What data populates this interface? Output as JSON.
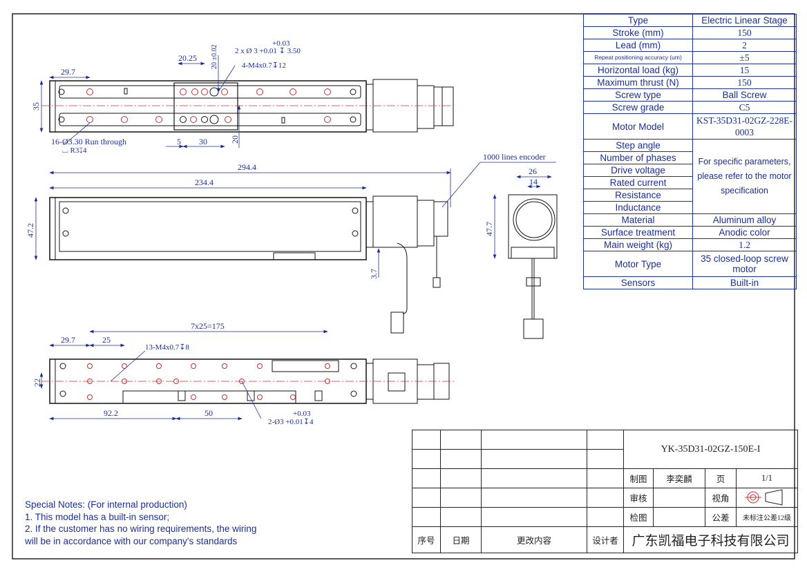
{
  "spec_table": {
    "rows": [
      {
        "k": "Type",
        "v": "Electric Linear Stage"
      },
      {
        "k": "Stroke (mm)",
        "v": "150"
      },
      {
        "k": "Lead (mm)",
        "v": "2"
      },
      {
        "k": "Repeat positioning accuracy (um)",
        "v": "±5"
      },
      {
        "k": "Horizontal load (kg)",
        "v": "15"
      },
      {
        "k": "Maximum thrust (N)",
        "v": "150"
      },
      {
        "k": "Screw type",
        "v": "Ball Screw"
      },
      {
        "k": "Screw grade",
        "v": "C5"
      },
      {
        "k": "Motor Model",
        "v": "KST-35D31-02GZ-228E-0003"
      }
    ],
    "group_keys": [
      "Step angle",
      "Number of phases",
      "Drive voltage",
      "Rated current",
      "Resistance",
      "Inductance"
    ],
    "group_value": "For specific parameters, please refer to the motor specification",
    "rows2": [
      {
        "k": "Material",
        "v": "Aluminum alloy"
      },
      {
        "k": "Surface treatment",
        "v": "Anodic color"
      },
      {
        "k": "Main weight (kg)",
        "v": "1.2"
      },
      {
        "k": "Motor Type",
        "v": "35 closed-loop screw motor"
      },
      {
        "k": "Sensors",
        "v": "Built-in"
      }
    ]
  },
  "title_block": {
    "model": "YK-35D31-02GZ-150E-I",
    "drawn_label": "制图",
    "drawn_name": "李奕麟",
    "page_label": "页",
    "page_value": "1/1",
    "review_label": "审核",
    "view_label": "视角",
    "check_label": "检图",
    "tol_label": "公差",
    "tol_value": "未标注公差12级",
    "col_no": "序号",
    "col_date": "日期",
    "col_change": "更改内容",
    "col_designer": "设计者",
    "company": "广东凯福电子科技有限公司"
  },
  "notes": [
    "Special Notes: (For internal production)",
    "1. This model has a built-in sensor;",
    "2. If the customer has no wiring requirements, the wiring",
    "will be in accordance with our company's standards"
  ],
  "dims": {
    "top_29_7": "29.7",
    "top_20_25": "20.25",
    "top_20_tol": "20 ±0.02",
    "top_tol_upper": "+0.03",
    "top_holes": "2 x Ø 3 +0.01 ↧ 3.50",
    "top_m4": "4-M4x0.7↧12",
    "top_35": "35",
    "top_runthrough": "16-Ø3.30 Run through",
    "top_r3": "⌴ R3↧4",
    "top_5": "5",
    "top_30": "30",
    "top_20b": "20",
    "side_294": "294.4",
    "side_234": "234.4",
    "side_47_2": "47.2",
    "side_3_7": "3.7",
    "encoder": "1000 lines encoder",
    "end_26": "26",
    "end_14": "14",
    "end_47_7": "47.7",
    "bot_7x25": "7x25=175",
    "bot_29_7": "29.7",
    "bot_25": "25",
    "bot_13m4": "13-M4x0.7↧8",
    "bot_22": "22",
    "bot_92_2": "92.2",
    "bot_50": "50",
    "bot_tol_upper": "+0.03",
    "bot_2holes": "2-Ø3 +0.01↧4"
  }
}
